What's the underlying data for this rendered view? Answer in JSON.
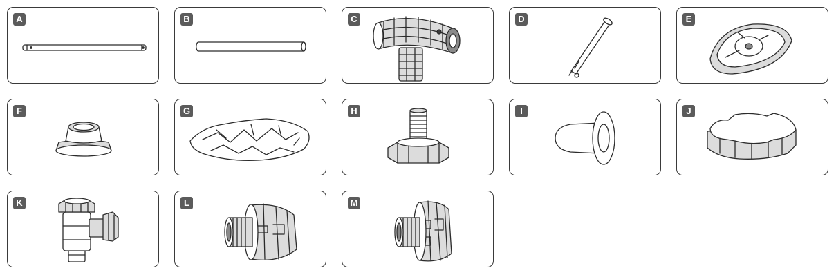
{
  "parts": [
    {
      "letter": "A",
      "part": "long-pipe"
    },
    {
      "letter": "B",
      "part": "short-pipe"
    },
    {
      "letter": "C",
      "part": "t-connector"
    },
    {
      "letter": "D",
      "part": "pin"
    },
    {
      "letter": "E",
      "part": "leg-cap"
    },
    {
      "letter": "F",
      "part": "washer-ring"
    },
    {
      "letter": "G",
      "part": "ground-cloth"
    },
    {
      "letter": "H",
      "part": "drain-plug"
    },
    {
      "letter": "I",
      "part": "stopper"
    },
    {
      "letter": "J",
      "part": "nut"
    },
    {
      "letter": "K",
      "part": "drain-valve"
    },
    {
      "letter": "L",
      "part": "strainer-connector"
    },
    {
      "letter": "M",
      "part": "inlet-connector"
    }
  ],
  "colors": {
    "outline": "#3a3a3a",
    "badge": "#5b5b5b",
    "badge_text": "#ffffff"
  }
}
